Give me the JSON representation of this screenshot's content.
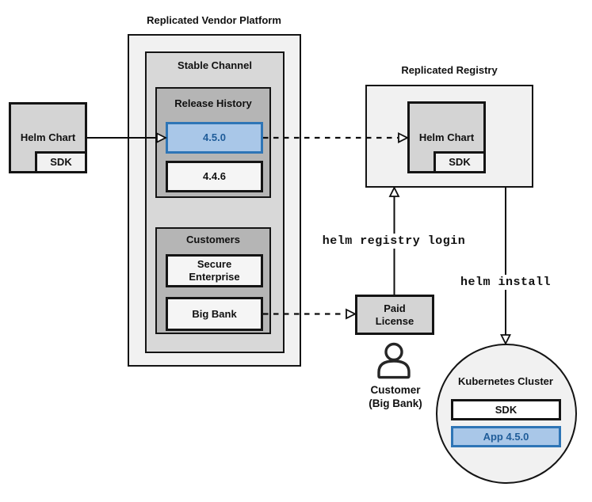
{
  "title": "Replicated Vendor Platform",
  "source_chart": {
    "label": "Helm Chart",
    "sdk_label": "SDK"
  },
  "stable_channel": {
    "label": "Stable Channel"
  },
  "release_history": {
    "label": "Release History",
    "releases": [
      {
        "version": "4.5.0",
        "highlighted": true
      },
      {
        "version": "4.4.6",
        "highlighted": false
      }
    ]
  },
  "customers": {
    "label": "Customers",
    "items": [
      {
        "name": "Secure\nEnterprise"
      },
      {
        "name": "Big Bank"
      }
    ]
  },
  "registry": {
    "title": "Replicated Registry",
    "chart_label": "Helm Chart",
    "sdk_label": "SDK"
  },
  "paid_license": {
    "label": "Paid\nLicense"
  },
  "customer_caption": "Customer\n(Big Bank)",
  "commands": {
    "registry_login": "helm registry login",
    "install": "helm install"
  },
  "cluster": {
    "label": "Kubernetes Cluster",
    "sdk_label": "SDK",
    "app_label": "App 4.5.0"
  },
  "colors": {
    "highlight_fill": "#A9C7E8",
    "highlight_stroke": "#2E75B6",
    "highlight_text": "#1F5C99"
  }
}
